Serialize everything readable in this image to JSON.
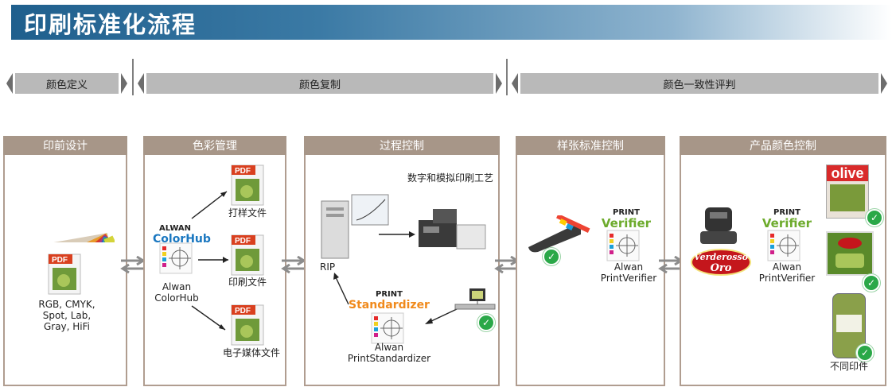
{
  "page_title": "印刷标准化流程",
  "phases": [
    "颜色定义",
    "颜色复制",
    "颜色一致性评判"
  ],
  "stages": [
    {
      "title": "印前设计",
      "caption_lines": [
        "RGB, CMYK,",
        "Spot, Lab,",
        "Gray, HiFi"
      ]
    },
    {
      "title": "色彩管理",
      "logo_top": "ALWAN",
      "logo_main": "ColorHub",
      "caption_lines": [
        "Alwan",
        "ColorHub"
      ],
      "outputs": [
        "打样文件",
        "印刷文件",
        "电子媒体文件"
      ],
      "pdf_label": "PDF"
    },
    {
      "title": "过程控制",
      "subtitle": "数字和模拟印刷工艺",
      "rip_label": "RIP",
      "logo_top": "PRINT",
      "logo_main": "Standardizer",
      "caption_lines": [
        "Alwan",
        "PrintStandardizer"
      ]
    },
    {
      "title": "样张标准控制",
      "logo_top": "PRINT",
      "logo_main": "Verifier",
      "caption_lines": [
        "Alwan",
        "PrintVerifier"
      ]
    },
    {
      "title": "产品颜色控制",
      "logo_top": "PRINT",
      "logo_main": "Verifier",
      "caption_lines": [
        "Alwan",
        "PrintVerifier"
      ],
      "brand": [
        "Verderosso",
        "Oro"
      ],
      "magazine": "olive",
      "footer": "不同印件"
    }
  ],
  "colors": {
    "banner": "#1f5f8d",
    "stage_head": "#a79688",
    "phase": "#b9b9b9",
    "check": "#2aa848",
    "pdf": "#d9401f",
    "hub_blue": "#1a77c0",
    "verifier_green": "#6dab2c",
    "standardizer_orange": "#f08a1c"
  }
}
